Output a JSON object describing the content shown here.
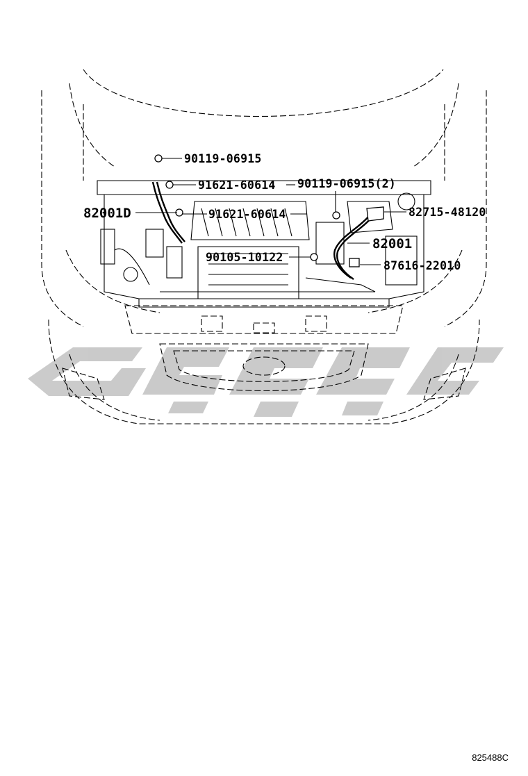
{
  "diagram": {
    "labels": {
      "bolt_top": "90119-06915",
      "clamp_upper": "91621-60614",
      "bolt_right": "90119-06915(2)",
      "harness_left": "82001D",
      "clamp_lower": "91621-60614",
      "bracket": "82715-48120",
      "harness_right": "82001",
      "bolt_center": "90105-10122",
      "sensor": "87616-22010"
    },
    "figure_code": "825488C",
    "watermark": "GPGY"
  },
  "colors": {
    "line": "#000000",
    "watermark": "#c8c8c8"
  }
}
